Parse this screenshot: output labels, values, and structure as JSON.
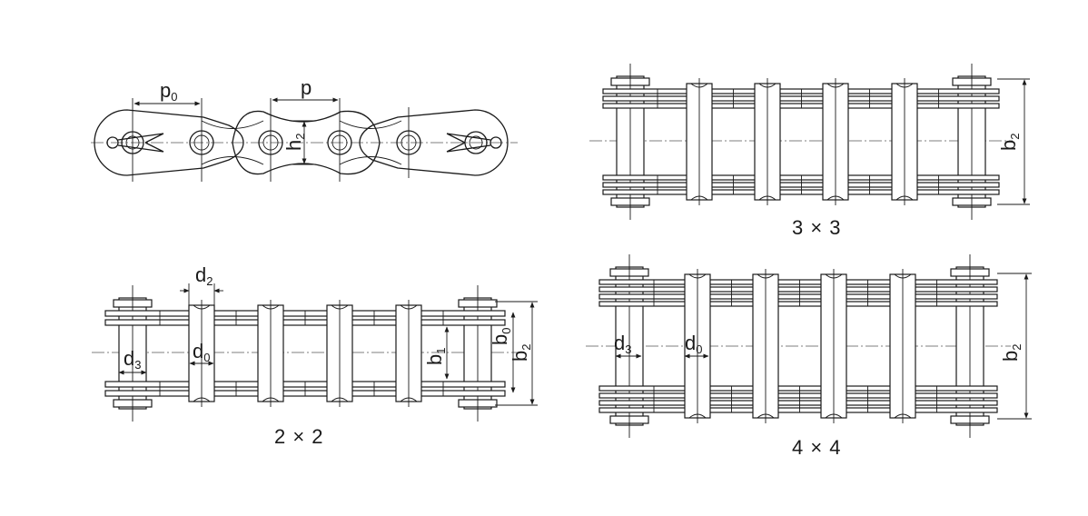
{
  "labels": {
    "side": {
      "p0": "p",
      "p0_sub": "0",
      "p": "p",
      "h2": "h",
      "h2_sub": "2"
    },
    "view3": {
      "b2": "b",
      "b2_sub": "2",
      "caption": "3 × 3"
    },
    "view2": {
      "d2": "d",
      "d2_sub": "2",
      "d3": "d",
      "d3_sub": "3",
      "d0": "d",
      "d0_sub": "0",
      "b1": "b",
      "b1_sub": "1",
      "b0": "b",
      "b0_sub": "0",
      "b2": "b",
      "b2_sub": "2",
      "caption": "2 × 2"
    },
    "view4": {
      "d3": "d",
      "d3_sub": "3",
      "d0": "d",
      "d0_sub": "0",
      "b2": "b",
      "b2_sub": "2",
      "caption": "4 × 4"
    }
  }
}
